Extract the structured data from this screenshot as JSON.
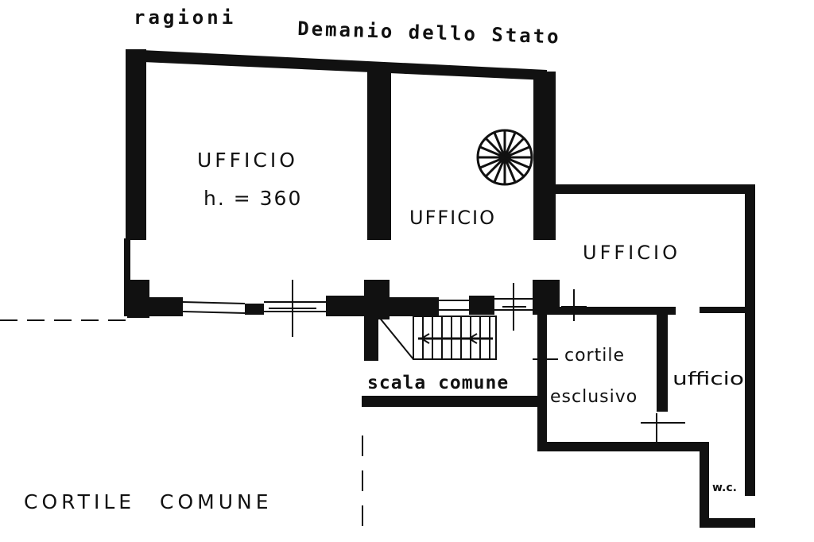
{
  "labels": {
    "top_left": "ragioni",
    "top_right": "Demanio dello Stato",
    "office_1": "UFFICIO",
    "height_note": "h. = 360",
    "office_2": "UFFICIO",
    "office_3": "UFFICIO",
    "stair": "scala comune",
    "courtyard_excl_1": "cortile",
    "courtyard_excl_2": "esclusivo",
    "office_small": "ufficio",
    "wc": "w.c.",
    "courtyard_common": "CORTILE COMUNE"
  },
  "colors": {
    "wall": "#111111",
    "background": "#ffffff"
  }
}
